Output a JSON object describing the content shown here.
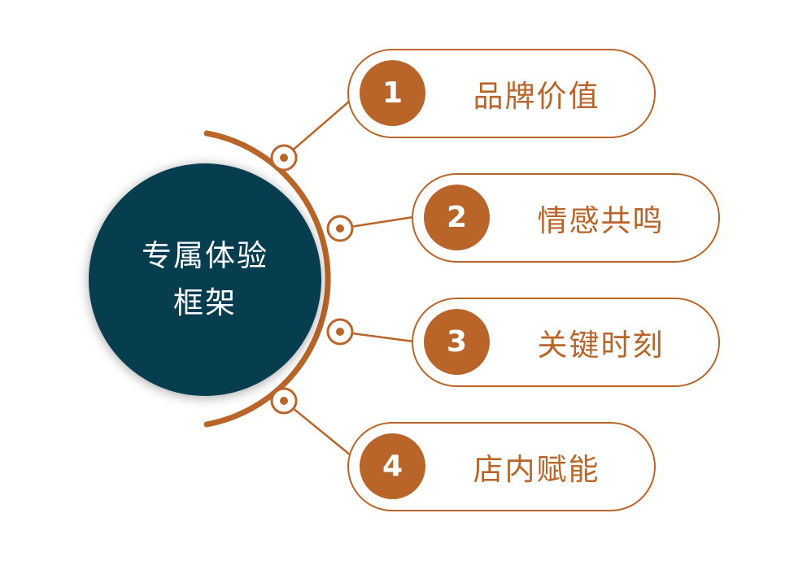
{
  "center": {
    "title_line1": "专属体验",
    "title_line2": "框架"
  },
  "items": [
    {
      "number": "1",
      "label": "品牌价值"
    },
    {
      "number": "2",
      "label": "情感共鸣"
    },
    {
      "number": "3",
      "label": "关键时刻"
    },
    {
      "number": "4",
      "label": "店内赋能"
    }
  ],
  "colors": {
    "hub_fill": "#073e4f",
    "accent": "#b96529",
    "text_light": "#ffffff"
  }
}
